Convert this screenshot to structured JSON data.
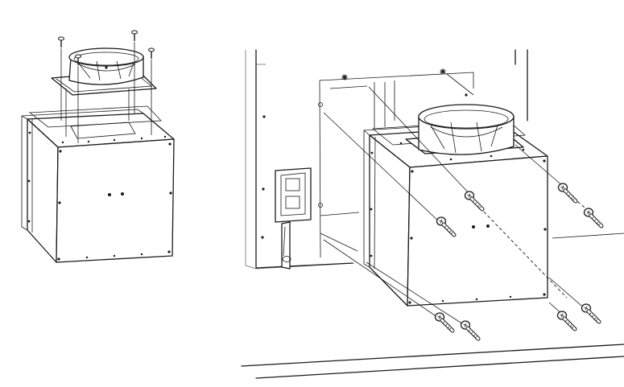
{
  "figure": {
    "panels": [
      {
        "id": "left",
        "subject": "blower-unit-with-flange-collar"
      },
      {
        "id": "right",
        "subject": "blower-unit-mounting-to-wall"
      }
    ],
    "fastener_count_left": 4,
    "fastener_count_right": 8
  }
}
